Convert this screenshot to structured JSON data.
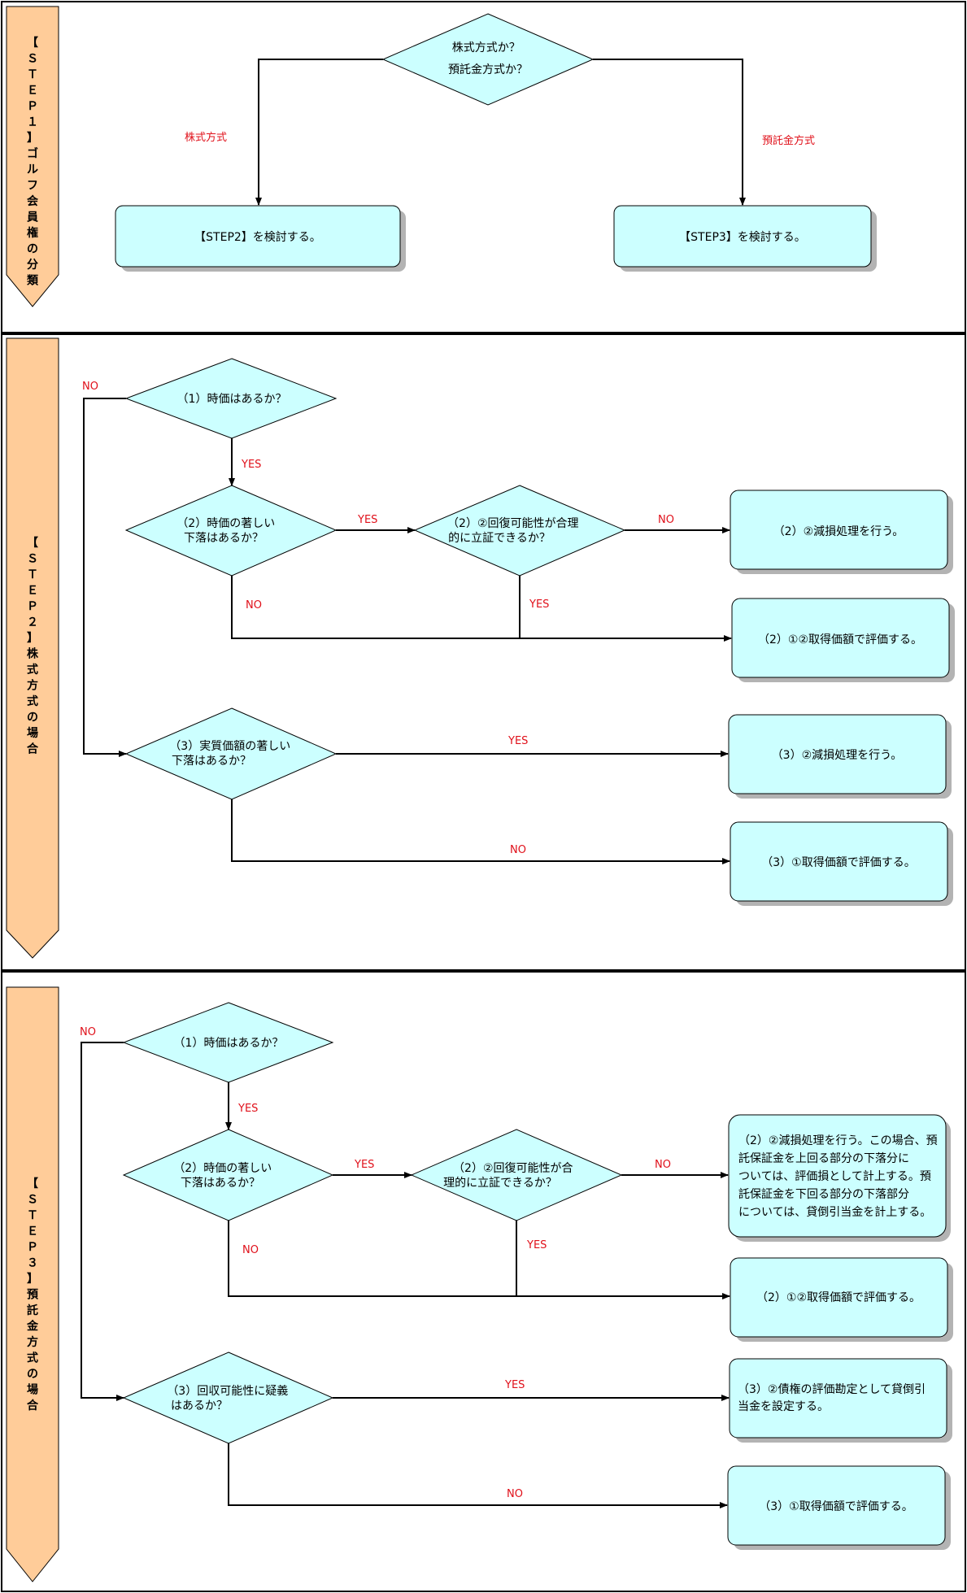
{
  "step1": {
    "title": [
      "【",
      "Ｓ",
      "Ｔ",
      "Ｅ",
      "Ｐ",
      "１",
      "】",
      "ゴ",
      "ル",
      "フ",
      "会",
      "員",
      "権",
      "の",
      "分",
      "類"
    ],
    "decision": [
      "株式方式か？",
      "預託金方式か？"
    ],
    "label_left": "株式方式",
    "label_right": "預託金方式",
    "box_left": "【STEP2】を検討する。",
    "box_right": "【STEP3】を検討する。"
  },
  "step2": {
    "title": [
      "【",
      "Ｓ",
      "Ｔ",
      "Ｅ",
      "Ｐ",
      "２",
      "】",
      "株",
      "式",
      "方",
      "式",
      "の",
      "場",
      "合"
    ],
    "d1": [
      "（1）時価はあるか？"
    ],
    "d2": [
      "（2）時価の著しい",
      "下落はあるか？"
    ],
    "d3": [
      "（2）②回復可能性が合理",
      "的に立証できるか？"
    ],
    "d4": [
      "（3）実質価額の著しい",
      "下落はあるか？"
    ],
    "b1": [
      "（2）②減損処理を行う。"
    ],
    "b2": [
      "（2）①②取得価額で評価する。"
    ],
    "b3": [
      "（3）②減損処理を行う。"
    ],
    "b4": [
      "（3）①取得価額で評価する。"
    ],
    "no": "NO",
    "yes": "YES"
  },
  "step3": {
    "title": [
      "【",
      "Ｓ",
      "Ｔ",
      "Ｅ",
      "Ｐ",
      "３",
      "】",
      "預",
      "託",
      "金",
      "方",
      "式",
      "の",
      "場",
      "合"
    ],
    "d1": [
      "（1）時価はあるか？"
    ],
    "d2": [
      "（2）時価の著しい",
      "下落はあるか？"
    ],
    "d3": [
      "（2）②回復可能性が合",
      "理的に立証できるか？"
    ],
    "d4": [
      "（3）回収可能性に疑義",
      "はあるか？"
    ],
    "b1": [
      "（2）②減損処理を行う。この場合、預",
      "託保証金を上回る部分の下落分に",
      "ついては、評価損として計上する。預",
      "託保証金を下回る部分の下落部分",
      "については、貸倒引当金を計上する。"
    ],
    "b2": [
      "（2）①②取得価額で評価する。"
    ],
    "b3": [
      "（3）②債権の評価勘定として貸倒引",
      "当金を設定する。"
    ],
    "b4": [
      "（3）①取得価額で評価する。"
    ],
    "no": "NO",
    "yes": "YES"
  },
  "colors": {
    "box_fill": "#ccffff",
    "arrow_fill": "#ffcc99",
    "label_red": "#e0101a",
    "line": "#000000"
  }
}
